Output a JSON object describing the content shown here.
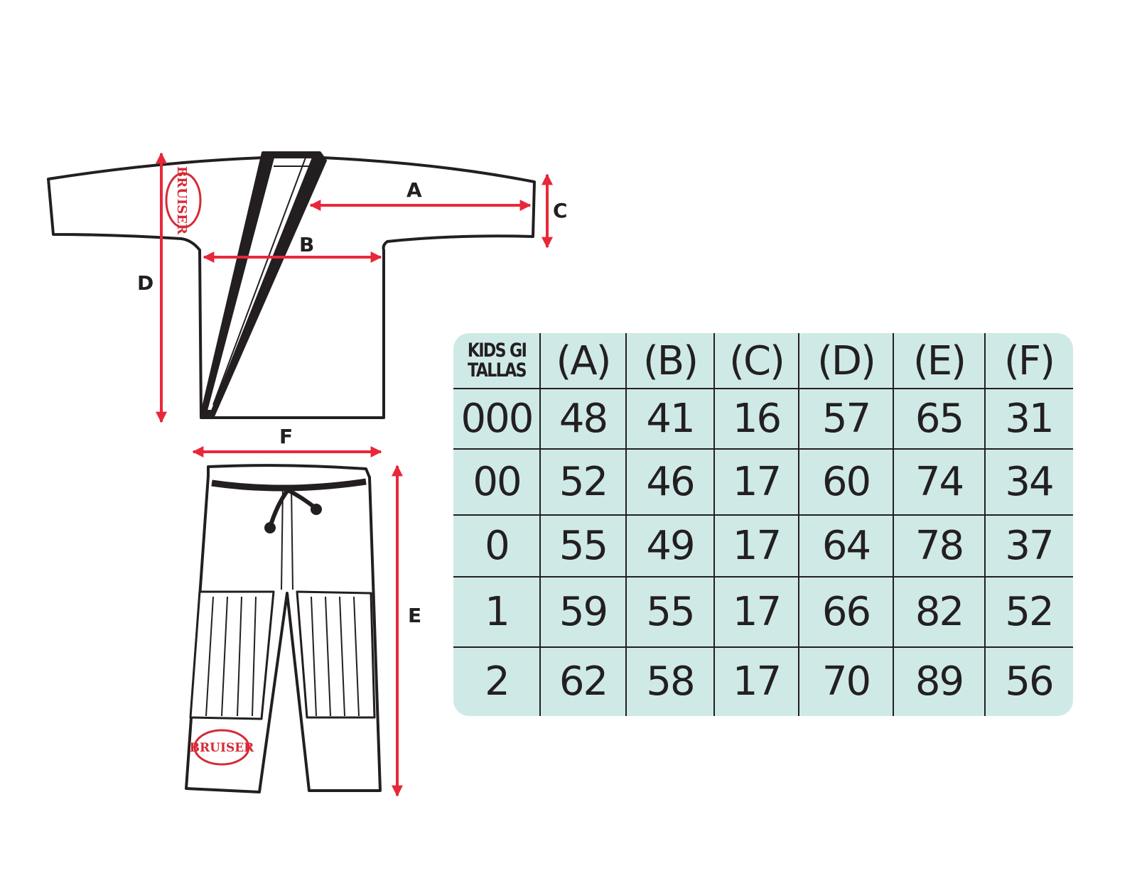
{
  "diagram": {
    "labels": {
      "A": "A",
      "B": "B",
      "C": "C",
      "D": "D",
      "E": "E",
      "F": "F"
    },
    "logo_text": "BRUISER",
    "arrow_color": "#e8283a",
    "outline_color": "#231f20"
  },
  "table": {
    "corner_line1": "KIDS GI",
    "corner_line2": "TALLAS",
    "headers": [
      "(A)",
      "(B)",
      "(C)",
      "(D)",
      "(E)",
      "(F)"
    ],
    "background": "#cfeae6",
    "rows": [
      {
        "size": "000",
        "values": [
          "48",
          "41",
          "16",
          "57",
          "65",
          "31"
        ]
      },
      {
        "size": "00",
        "values": [
          "52",
          "46",
          "17",
          "60",
          "74",
          "34"
        ]
      },
      {
        "size": "0",
        "values": [
          "55",
          "49",
          "17",
          "64",
          "78",
          "37"
        ]
      },
      {
        "size": "1",
        "values": [
          "59",
          "55",
          "17",
          "66",
          "82",
          "52"
        ]
      },
      {
        "size": "2",
        "values": [
          "62",
          "58",
          "17",
          "70",
          "89",
          "56"
        ]
      }
    ]
  }
}
